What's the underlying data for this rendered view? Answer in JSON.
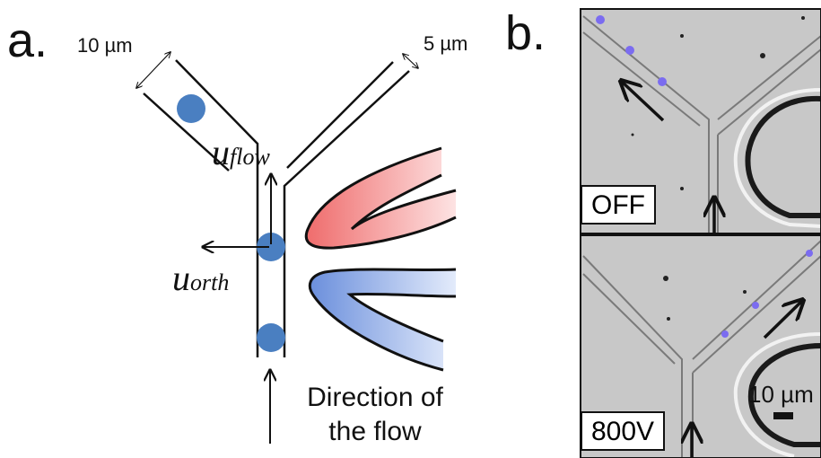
{
  "panel_a": {
    "letter": "a.",
    "dim_wide": "10 µm",
    "dim_narrow": "5 µm",
    "u_flow": {
      "base": "u",
      "sub": "flow"
    },
    "u_orth": {
      "base": "u",
      "sub": "orth"
    },
    "flow_caption_line1": "Direction of",
    "flow_caption_line2": "the flow",
    "particle_color": "#4a7fc1",
    "electrode_pos_color": "#ef6c6c",
    "electrode_neg_color": "#6b8fdc"
  },
  "panel_b": {
    "letter": "b.",
    "top_state": "OFF",
    "bottom_state": "800V",
    "scale_bar": "10 µm",
    "particle_color": "#7b6cf0",
    "background_color": "#c8c8c8"
  }
}
